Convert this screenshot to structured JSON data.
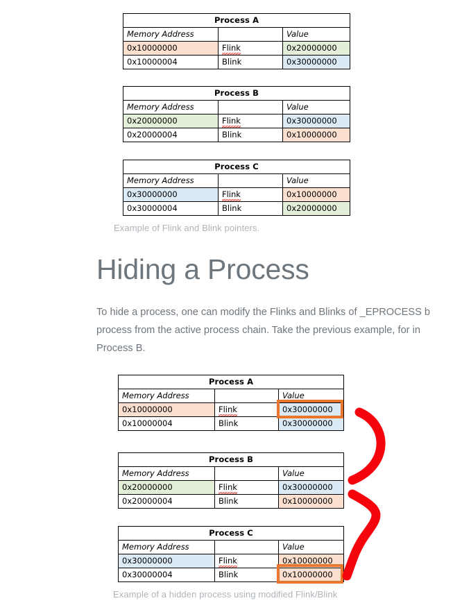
{
  "tables_top": [
    {
      "title": "Process A",
      "header": [
        "Memory Address",
        "",
        "Value"
      ],
      "rows": [
        {
          "address": "0x10000000",
          "address_color": "peach",
          "link": "Flink",
          "link_squiggle": true,
          "value": "0x20000000",
          "value_color": "green"
        },
        {
          "address": "0x10000004",
          "address_color": "none",
          "link": "Blink",
          "link_squiggle": false,
          "value": "0x30000000",
          "value_color": "blue"
        }
      ]
    },
    {
      "title": "Process B",
      "header": [
        "Memory Address",
        "",
        "Value"
      ],
      "rows": [
        {
          "address": "0x20000000",
          "address_color": "green",
          "link": "Flink",
          "link_squiggle": true,
          "value": "0x30000000",
          "value_color": "blue"
        },
        {
          "address": "0x20000004",
          "address_color": "none",
          "link": "Blink",
          "link_squiggle": false,
          "value": "0x10000000",
          "value_color": "peach"
        }
      ]
    },
    {
      "title": "Process C",
      "header": [
        "Memory Address",
        "",
        "Value"
      ],
      "rows": [
        {
          "address": "0x30000000",
          "address_color": "blue",
          "link": "Flink",
          "link_squiggle": true,
          "value": "0x10000000",
          "value_color": "peach"
        },
        {
          "address": "0x30000004",
          "address_color": "none",
          "link": "Blink",
          "link_squiggle": false,
          "value": "0x20000000",
          "value_color": "green"
        }
      ]
    }
  ],
  "caption_top": "Example of Flink and Blink pointers.",
  "heading": "Hiding a Process",
  "paragraph": {
    "line1": "To hide a process, one can modify the Flinks and Blinks of _EPROCESS b",
    "line2": "process from the active process chain. Take the previous example, for in",
    "line3": "Process B."
  },
  "tables_bottom": [
    {
      "title": "Process A",
      "header": [
        "Memory Address",
        "",
        "Value"
      ],
      "rows": [
        {
          "address": "0x10000000",
          "address_color": "peach",
          "link": "Flink",
          "link_squiggle": true,
          "value": "0x30000000",
          "value_color": "blue",
          "highlight": true
        },
        {
          "address": "0x10000004",
          "address_color": "none",
          "link": "Blink",
          "link_squiggle": false,
          "value": "0x30000000",
          "value_color": "blue",
          "highlight": false
        }
      ]
    },
    {
      "title": "Process B",
      "header": [
        "Memory Address",
        "",
        "Value"
      ],
      "rows": [
        {
          "address": "0x20000000",
          "address_color": "green",
          "link": "Flink",
          "link_squiggle": true,
          "value": "0x30000000",
          "value_color": "blue",
          "highlight": false
        },
        {
          "address": "0x20000004",
          "address_color": "none",
          "link": "Blink",
          "link_squiggle": false,
          "value": "0x10000000",
          "value_color": "peach",
          "highlight": false
        }
      ]
    },
    {
      "title": "Process C",
      "header": [
        "Memory Address",
        "",
        "Value"
      ],
      "rows": [
        {
          "address": "0x30000000",
          "address_color": "blue",
          "link": "Flink",
          "link_squiggle": true,
          "value": "0x10000000",
          "value_color": "peach",
          "highlight": false
        },
        {
          "address": "0x30000004",
          "address_color": "none",
          "link": "Blink",
          "link_squiggle": false,
          "value": "0x10000000",
          "value_color": "peach",
          "highlight": true
        }
      ]
    }
  ],
  "caption_bottom": "Example of a hidden process using modified Flink/Blink",
  "colors": {
    "peach": "#FBE0D0",
    "green": "#E3EFD9",
    "blue": "#DCEAF6",
    "highlight_orange": "#E8762C",
    "arrow_red": "#F5050B",
    "text_gray": "#6E767D",
    "caption_gray": "#AEB4BA"
  }
}
